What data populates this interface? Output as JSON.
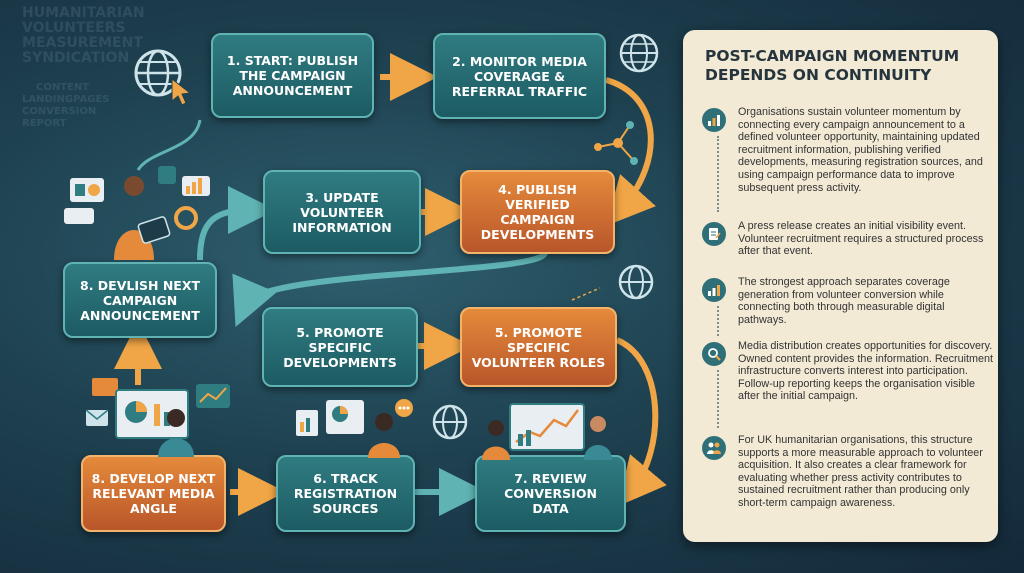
{
  "background_text": {
    "lines": [
      "HUMANITARIAN",
      "VOLUNTEERS",
      "MEASUREMENT",
      "SYNDICATION"
    ],
    "small_lines": [
      "CONTENT",
      "LANDINGPAGES",
      "CONVERSION",
      "REPORT"
    ]
  },
  "steps": {
    "s1": "1. START: PUBLISH THE CAMPAIGN ANNOUNCEMENT",
    "s2": "2. MONITOR MEDIA COVERAGE & REFERRAL TRAFFIC",
    "s3": "3. UPDATE VOLUNTEER INFORMATION",
    "s4": "4. PUBLISH VERIFIED CAMPAIGN DEVELOPMENTS",
    "s5a": "5. PROMOTE SPECIFIC DEVELOPMENTS",
    "s5b": "5. PROMOTE SPECIFIC VOLUNTEER ROLES",
    "s6": "6. TRACK REGISTRATION SOURCES",
    "s7": "7. REVIEW CONVERSION DATA",
    "s8a": "8. DEVLISH NEXT CAMPAIGN ANNOUNCEMENT",
    "s8b": "8. DEVELOP NEXT RELEVANT MEDIA ANGLE"
  },
  "colors": {
    "teal": "#2f7c81",
    "orange": "#d8733a",
    "arrow_orange": "#f0a646",
    "arrow_teal": "#5fb3b3",
    "panel": "#f3ead6"
  },
  "panel": {
    "title": "POST-CAMPAIGN MOMENTUM DEPENDS ON CONTINUITY",
    "items": [
      {
        "icon": "chart-icon",
        "text": "Organisations sustain volunteer momentum by connecting every campaign announcement to a defined volunteer opportunity, maintaining updated recruitment information, publishing verified developments, measuring registration sources, and using campaign performance data to improve subsequent press activity."
      },
      {
        "icon": "document-icon",
        "text": "A press release creates an initial visibility event. Volunteer recruitment requires a structured process after that event."
      },
      {
        "icon": "network-icon",
        "text": "The strongest approach separates coverage generation from volunteer conversion while connecting both through measurable digital pathways."
      },
      {
        "icon": "search-icon",
        "text": "Media distribution creates opportunities for discovery. Owned content provides the information. Recruitment infrastructure converts interest into participation. Follow-up reporting keeps the organisation visible after the initial campaign."
      },
      {
        "icon": "people-icon",
        "text": "For UK humanitarian organisations, this structure supports a more measurable approach to volunteer acquisition. It also creates a clear framework for evaluating whether press activity contributes to sustained recruitment rather than producing only short-term campaign awareness."
      }
    ]
  }
}
